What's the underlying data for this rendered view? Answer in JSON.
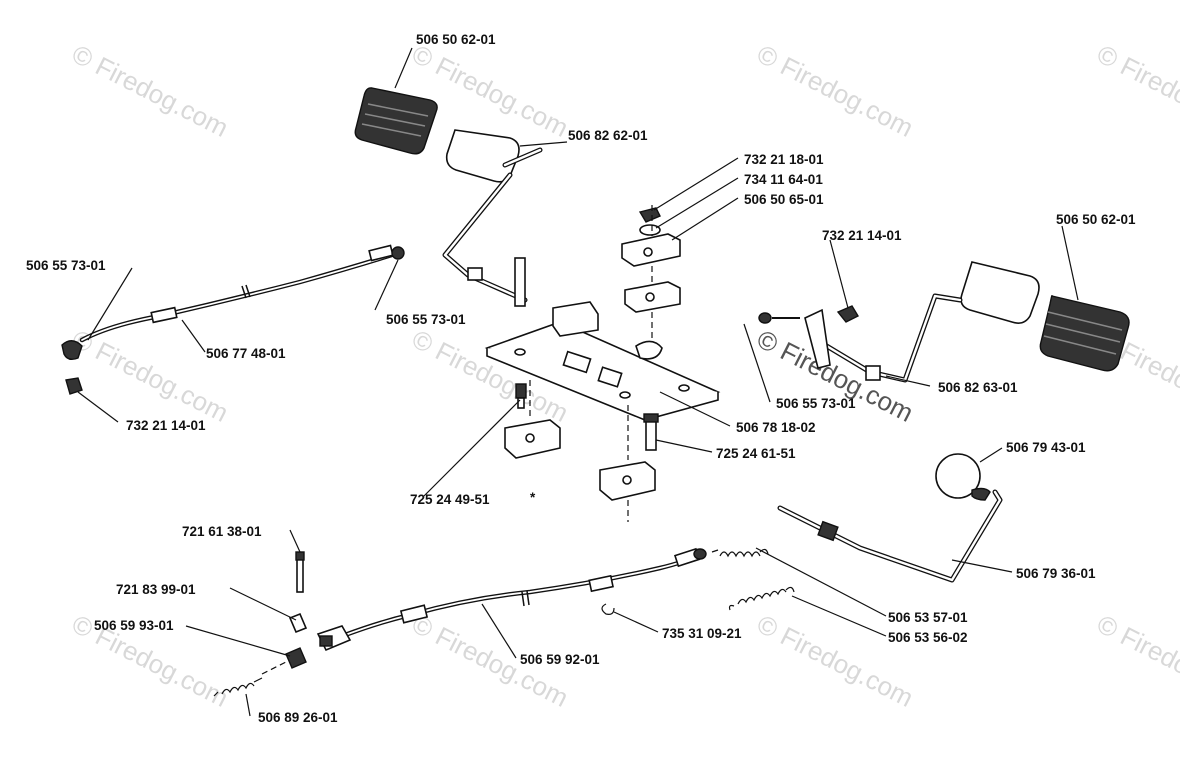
{
  "watermark": {
    "text": "© Firedog.com"
  },
  "parts": {
    "pedal_pad_left": "506 50 62-01",
    "pedal_arm_left": "506 82 62-01",
    "nut_top": "732 21 18-01",
    "washer_top": "734 11 64-01",
    "clamp_top": "506 50 65-01",
    "pedal_pad_right": "506 50 62-01",
    "nut_right": "732 21 14-01",
    "cable_end_left": "506 55 73-01",
    "cable_end_right": "506 55 73-01",
    "cable_upper": "506 77 48-01",
    "nut_left": "732 21 14-01",
    "pedal_arm_right": "506 82 63-01",
    "cable_end_mid": "506 55 73-01",
    "plate": "506 78 18-02",
    "bolt_right": "725 24 61-51",
    "bolt_left": "725 24 49-51",
    "bolt_left_note": "*",
    "knob": "506 79 43-01",
    "lever_rod": "506 79 36-01",
    "screw_top": "721 61 38-01",
    "nipple": "721 83 99-01",
    "sleeve": "506 59 93-01",
    "spring_upper": "506 53 57-01",
    "spring_lower": "506 53 56-02",
    "clip": "735 31 09-21",
    "cable_lower": "506 59 92-01",
    "spring_small": "506 89 26-01"
  }
}
